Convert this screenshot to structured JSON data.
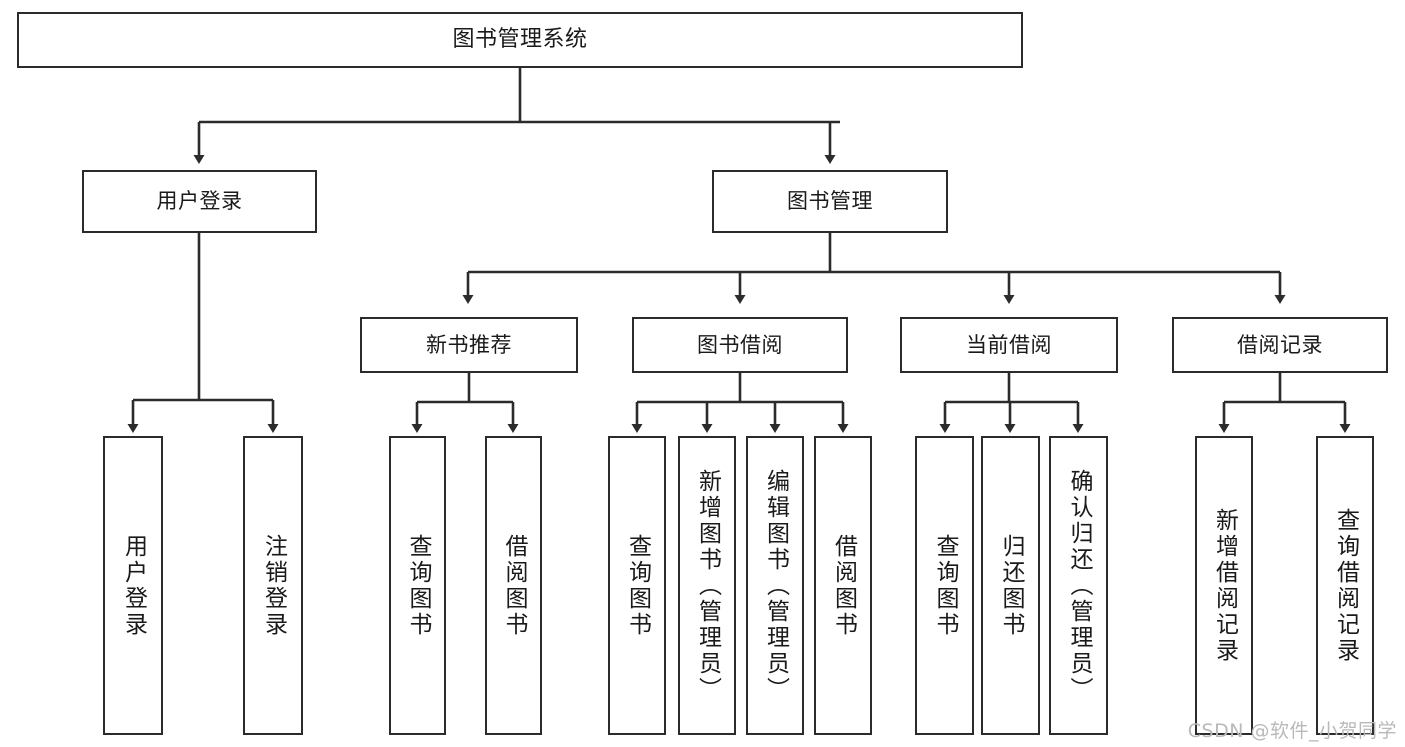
{
  "diagram": {
    "type": "tree",
    "title": "图书管理系统",
    "root": {
      "id": "root",
      "label": "图书管理系统"
    },
    "level2": [
      {
        "id": "user-login",
        "label": "用户登录"
      },
      {
        "id": "book-manage",
        "label": "图书管理"
      }
    ],
    "level3": [
      {
        "id": "new-book-rec",
        "label": "新书推荐",
        "parent": "book-manage"
      },
      {
        "id": "book-borrow",
        "label": "图书借阅",
        "parent": "book-manage"
      },
      {
        "id": "current-borrow",
        "label": "当前借阅",
        "parent": "book-manage"
      },
      {
        "id": "borrow-record",
        "label": "借阅记录",
        "parent": "book-manage"
      }
    ],
    "leaves": [
      {
        "id": "leaf-user-login",
        "label": "用户登录",
        "parent": "user-login"
      },
      {
        "id": "leaf-user-logout",
        "label": "注销登录",
        "parent": "user-login"
      },
      {
        "id": "leaf-rec-query",
        "label": "查询图书",
        "parent": "new-book-rec"
      },
      {
        "id": "leaf-rec-borrow",
        "label": "借阅图书",
        "parent": "new-book-rec"
      },
      {
        "id": "leaf-borrow-query",
        "label": "查询图书",
        "parent": "book-borrow"
      },
      {
        "id": "leaf-borrow-add",
        "label": "新增图书（管理员）",
        "parent": "book-borrow"
      },
      {
        "id": "leaf-borrow-edit",
        "label": "编辑图书（管理员）",
        "parent": "book-borrow"
      },
      {
        "id": "leaf-borrow-do",
        "label": "借阅图书",
        "parent": "book-borrow"
      },
      {
        "id": "leaf-cur-query",
        "label": "查询图书",
        "parent": "current-borrow"
      },
      {
        "id": "leaf-cur-return",
        "label": "归还图书",
        "parent": "current-borrow"
      },
      {
        "id": "leaf-cur-confirm",
        "label": "确认归还（管理员）",
        "parent": "current-borrow"
      },
      {
        "id": "leaf-rec-add",
        "label": "新增借阅记录",
        "parent": "borrow-record"
      },
      {
        "id": "leaf-rec-query2",
        "label": "查询借阅记录",
        "parent": "borrow-record"
      }
    ]
  },
  "watermark": {
    "text": "CSDN @软件_小贺同学"
  },
  "colors": {
    "stroke": "#2b2b2b",
    "box_fill": "#ffffff",
    "text": "#1a1a1a",
    "watermark": "#b9b9b9",
    "background": "#ffffff"
  }
}
